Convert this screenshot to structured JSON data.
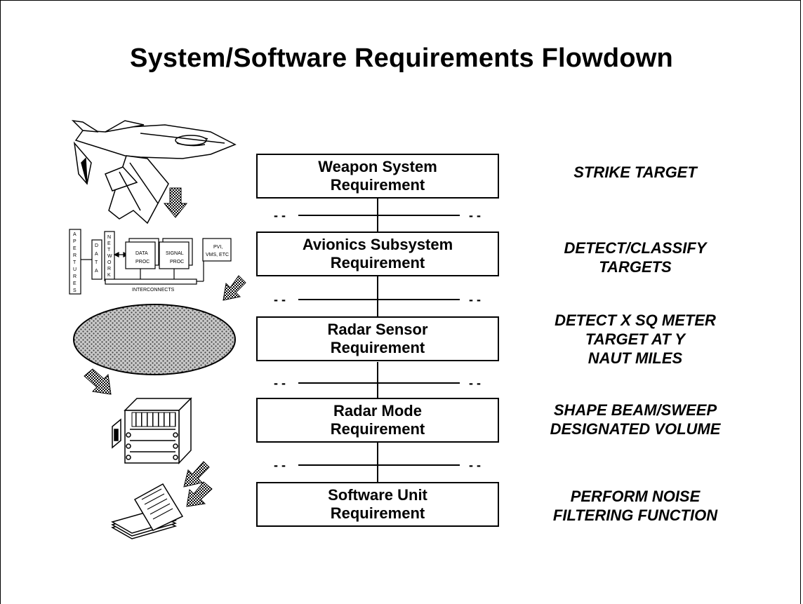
{
  "title": "System/Software Requirements Flowdown",
  "levels": [
    {
      "box": [
        "Weapon System",
        "Requirement"
      ],
      "desc": [
        "STRIKE TARGET"
      ]
    },
    {
      "box": [
        "Avionics Subsystem",
        "Requirement"
      ],
      "desc": [
        "DETECT/CLASSIFY",
        "TARGETS"
      ]
    },
    {
      "box": [
        "Radar Sensor",
        "Requirement"
      ],
      "desc": [
        "DETECT X SQ METER",
        "TARGET AT Y",
        "NAUT MILES"
      ]
    },
    {
      "box": [
        "Radar Mode",
        "Requirement"
      ],
      "desc": [
        "SHAPE BEAM/SWEEP",
        "DESIGNATED VOLUME"
      ]
    },
    {
      "box": [
        "Software Unit",
        "Requirement"
      ],
      "desc": [
        "PERFORM NOISE",
        "FILTERING FUNCTION"
      ]
    }
  ],
  "connector_dashes": "- -",
  "avionics_diagram": {
    "apertures_label": "APERTURES",
    "data_label": "DATA",
    "network_label": "NETWORK",
    "data_proc_lines": [
      "DATA",
      "PROC"
    ],
    "signal_proc_lines": [
      "SIGNAL",
      "PROC"
    ],
    "pvi_lines": [
      "PVI,",
      "VMS, ETC"
    ],
    "interconnects_label": "INTERCONNECTS"
  }
}
